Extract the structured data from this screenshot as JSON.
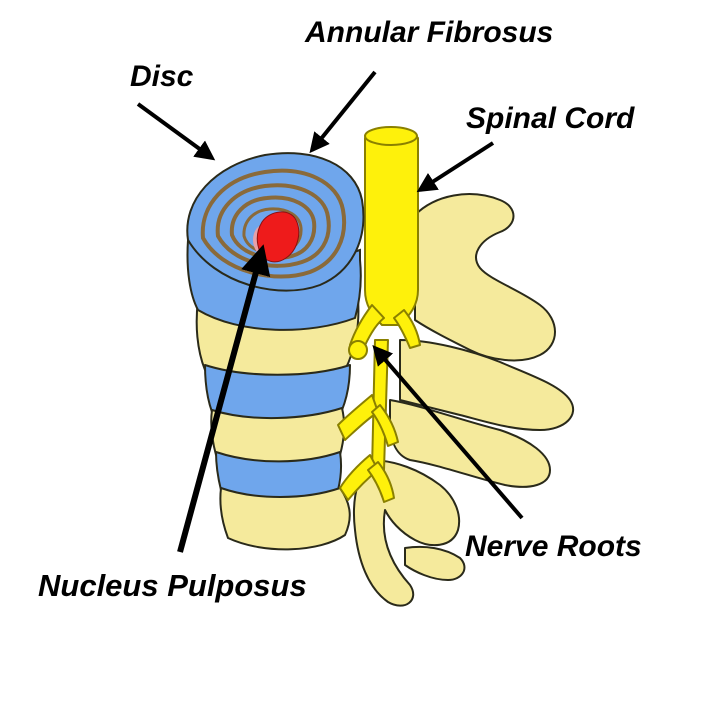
{
  "labels": {
    "annular_fibrosus": "Annular Fibrosus",
    "disc": "Disc",
    "spinal_cord": "Spinal Cord",
    "nerve_roots": "Nerve Roots",
    "nucleus_pulposus": "Nucleus Pulposus"
  },
  "colors": {
    "bone": "#f5ea9c",
    "bone_outline": "#2a2a1a",
    "disc_blue": "#6fa6ec",
    "annulus_ring": "#8a6a3a",
    "nucleus_red": "#ee1b1b",
    "nucleus_pink": "#e8a0a8",
    "spinal_cord": "#fef10b",
    "spinal_cord_outline": "#8a8000",
    "arrow": "#000000"
  }
}
